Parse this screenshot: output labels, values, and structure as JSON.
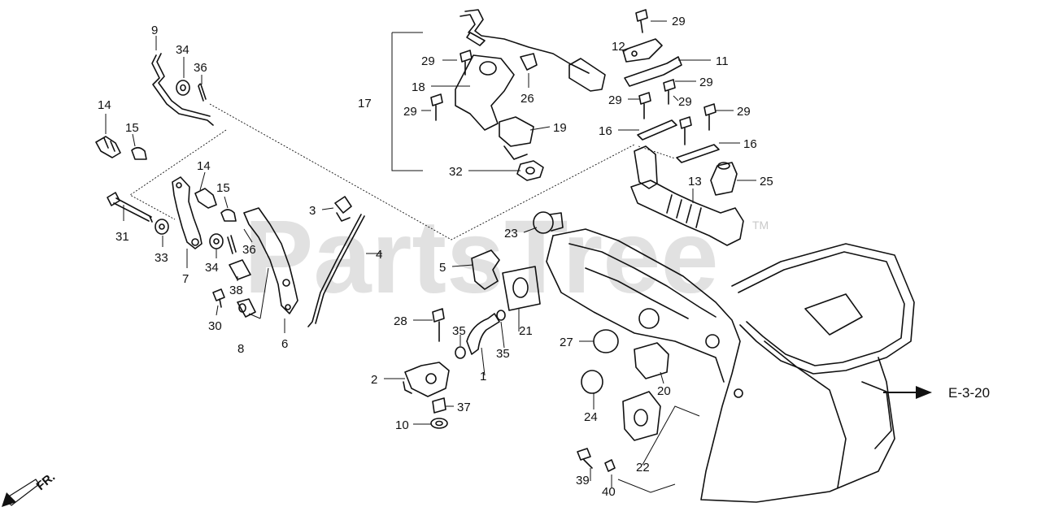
{
  "watermark": {
    "text": "PartsTree",
    "tm": "TM"
  },
  "callouts": {
    "c9": "9",
    "c34a": "34",
    "c36a": "36",
    "c14a": "14",
    "c15a": "15",
    "c14b": "14",
    "c15b": "15",
    "c31": "31",
    "c33": "33",
    "c7": "7",
    "c34b": "34",
    "c36b": "36",
    "c38": "38",
    "c30": "30",
    "c8": "8",
    "c6": "6",
    "c3": "3",
    "c4": "4",
    "c17": "17",
    "c29a": "29",
    "c18": "18",
    "c26": "26",
    "c29b": "29",
    "c19": "19",
    "c32": "32",
    "c29c": "29",
    "c12": "12",
    "c11": "11",
    "c29d": "29",
    "c29e": "29",
    "c29f": "29",
    "c29g": "29",
    "c16a": "16",
    "c16b": "16",
    "c13": "13",
    "c25": "25",
    "c23": "23",
    "c5": "5",
    "c28": "28",
    "c35a": "35",
    "c21": "21",
    "c35b": "35",
    "c2": "2",
    "c1": "1",
    "c37": "37",
    "c10": "10",
    "c27": "27",
    "c20": "20",
    "c24": "24",
    "c22": "22",
    "c39": "39",
    "c40": "40"
  },
  "reference": {
    "label": "E-3-20"
  },
  "direction": {
    "label": "FR."
  }
}
